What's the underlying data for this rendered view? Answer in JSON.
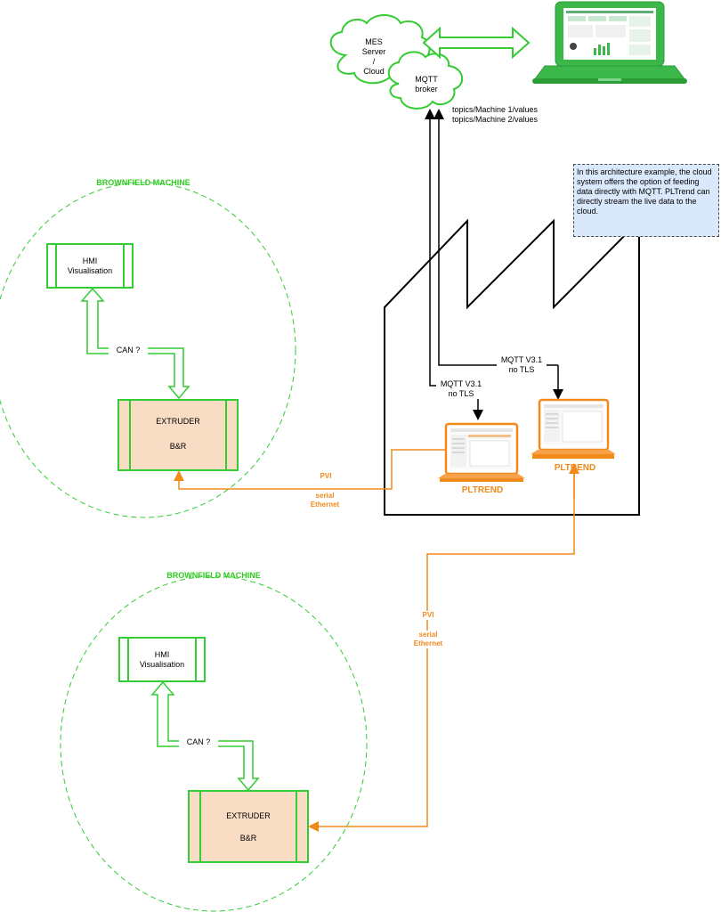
{
  "colors": {
    "green": "#33cc33",
    "green_label": "#2ecc1f",
    "orange": "#f28a1a",
    "extruder_fill": "#f9dcc4",
    "note_fill": "#dae8fc",
    "black": "#000000"
  },
  "machines": [
    {
      "title": "BROWNFIELD MACHINE",
      "hmi": "HMI\nVisualisation",
      "link": "CAN ?",
      "extruder": "EXTRUDER",
      "extruder_brand": "B&R"
    },
    {
      "title": "BROWNFIELD MACHINE",
      "hmi": "HMI\nVisualisation",
      "link": "CAN ?",
      "extruder": "EXTRUDER",
      "extruder_brand": "B&R"
    }
  ],
  "cloud": {
    "mes": "MES\nServer\n/\nCloud",
    "broker": "MQTT\nbroker"
  },
  "topics": "topics/Machine 1/values\ntopics/Machine 2/values",
  "mqtt_links": [
    {
      "label": "MQTT  V3.1\nno TLS"
    },
    {
      "label": "MQTT  V3.1\nno TLS"
    }
  ],
  "pltrend": [
    "PLTREND",
    "PLTREND"
  ],
  "connections": [
    {
      "protocol": "PVI",
      "medium": "serial\nEthernet"
    },
    {
      "protocol": "PVI",
      "medium": "serial\nEthernet"
    }
  ],
  "note": "In this architecture example, the cloud system offers the option of feeding data directly with MQTT. PLTrend can directly stream the live data to the cloud.",
  "icons": [
    "laptop-dashboard-icon",
    "laptop-pltrend-icon",
    "cloud-icon",
    "double-arrow-icon",
    "factory-outline-icon"
  ]
}
